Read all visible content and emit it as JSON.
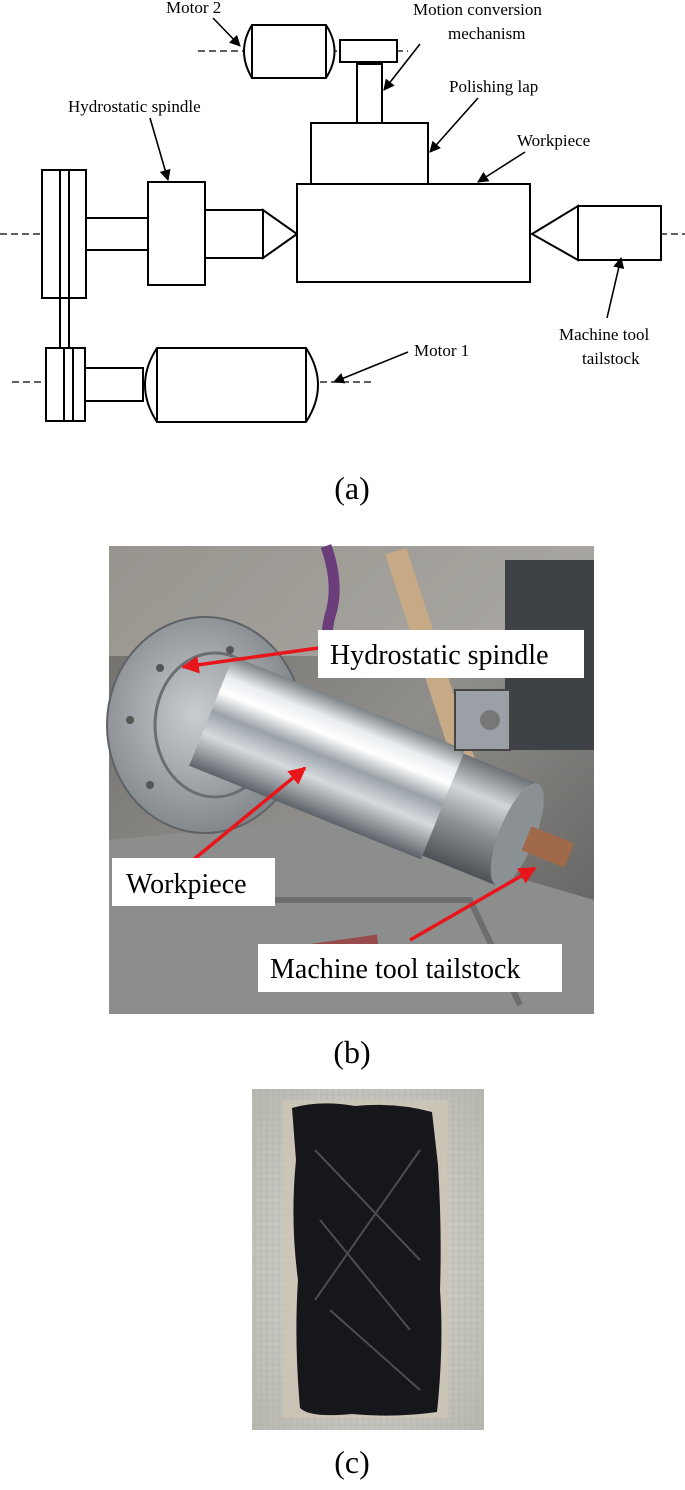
{
  "panel_a": {
    "labels": {
      "motor2": "Motor 2",
      "motion_line1": "Motion conversion",
      "motion_line2": "mechanism",
      "polishing_lap": "Polishing lap",
      "hydrostatic_spindle": "Hydrostatic spindle",
      "workpiece": "Workpiece",
      "tailstock_line1": "Machine tool",
      "tailstock_line2": "tailstock",
      "motor1": "Motor 1"
    },
    "caption": "(a)"
  },
  "panel_b": {
    "labels": {
      "hydrostatic_spindle": "Hydrostatic spindle",
      "workpiece": "Workpiece",
      "tailstock": "Machine tool tailstock"
    },
    "annotation_color": "#e8161b",
    "caption": "(b)"
  },
  "panel_c": {
    "caption": "(c)"
  }
}
